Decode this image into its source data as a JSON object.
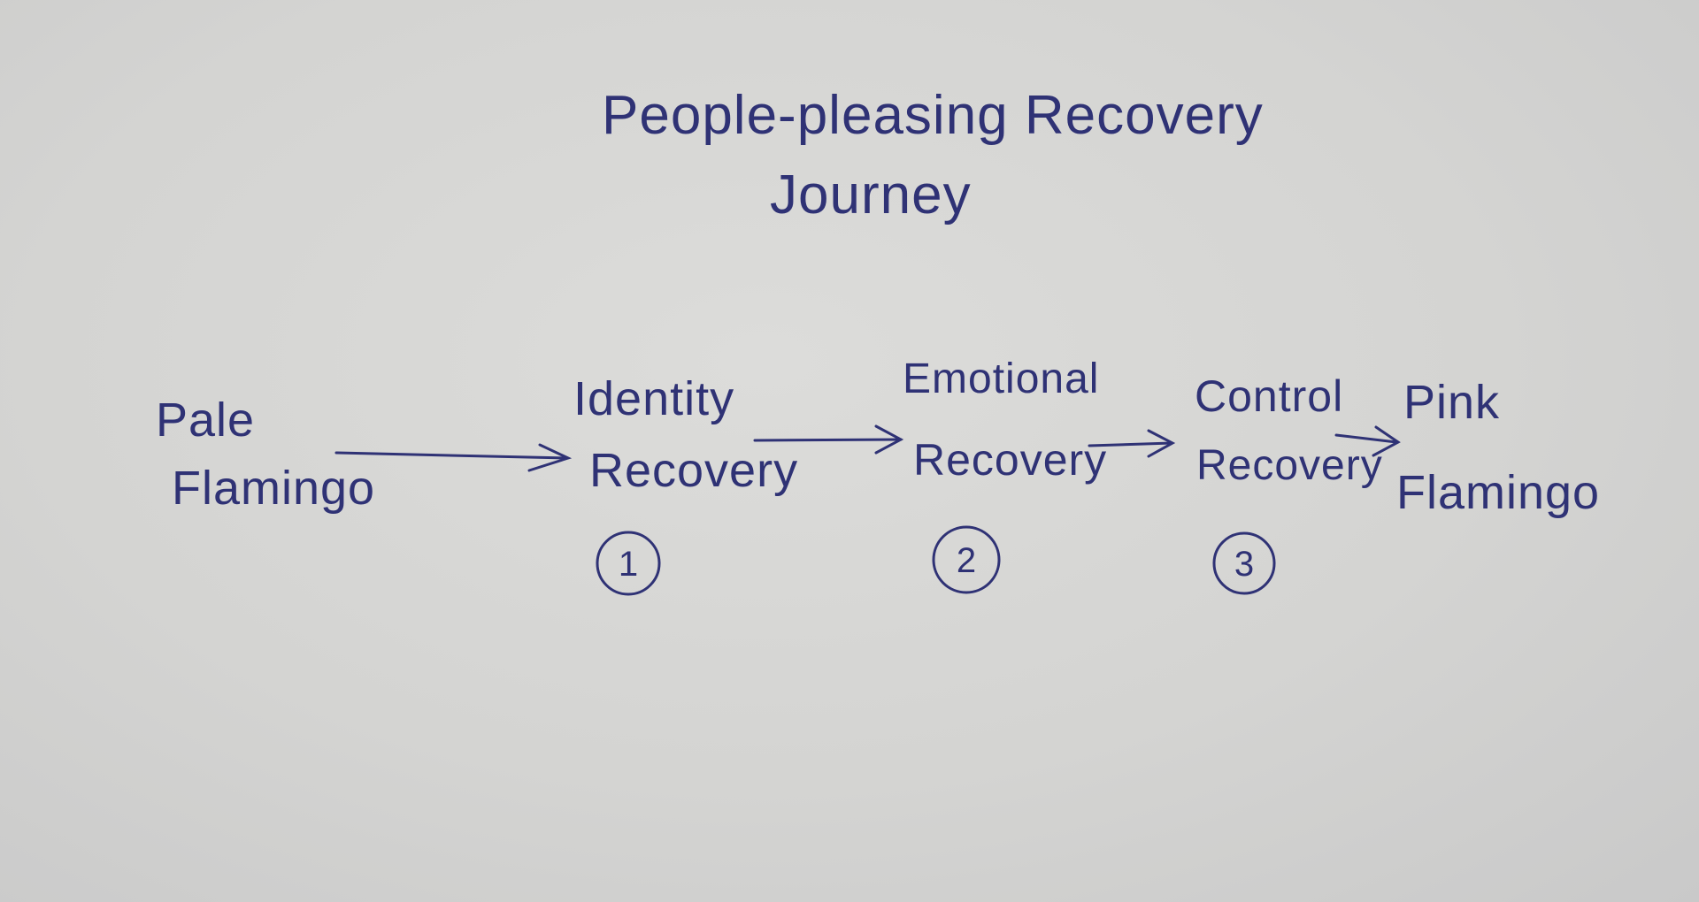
{
  "title": {
    "line1": "People-pleasing Recovery",
    "line2": "Journey"
  },
  "ink_color": "#2f3275",
  "nodes": [
    {
      "line1": "Pale",
      "line2": "Flamingo"
    },
    {
      "line1": "Identity",
      "line2": "Recovery",
      "step": "1"
    },
    {
      "line1": "Emotional",
      "line2": "Recovery",
      "step": "2"
    },
    {
      "line1": "Control",
      "line2": "Recovery",
      "step": "3"
    },
    {
      "line1": "Pink",
      "line2": "Flamingo"
    }
  ]
}
